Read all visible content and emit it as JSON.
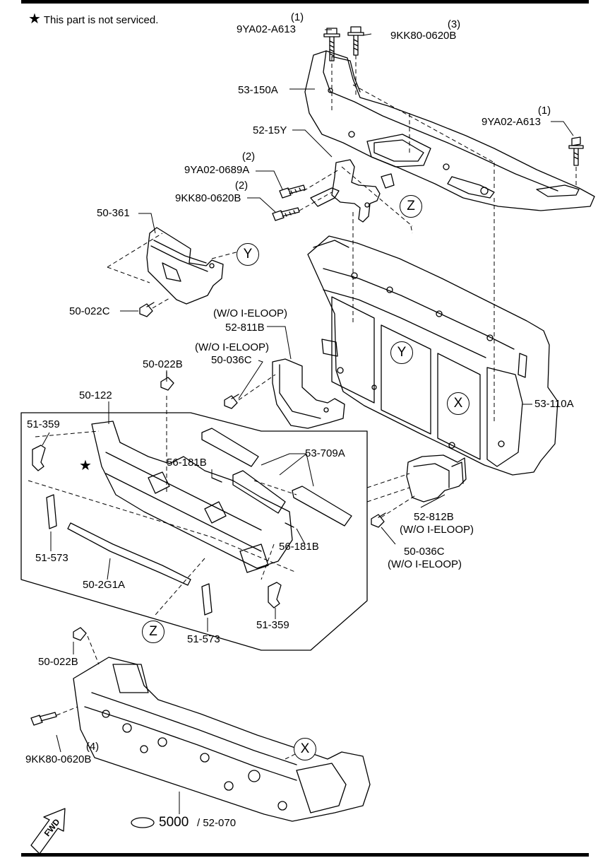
{
  "note": {
    "star": "★",
    "text": "This part is not serviced."
  },
  "bolts": {
    "b1_qty": "(1)",
    "b1_code": "9YA02-A613",
    "b3_qty": "(3)",
    "b3_code": "9KK80-0620B",
    "b1r_qty": "(1)",
    "b1r_code": "9YA02-A613",
    "b2a_qty": "(2)",
    "b2a_code": "9YA02-0689A",
    "b2b_qty": "(2)",
    "b2b_code": "9KK80-0620B",
    "b4_qty": "(4)",
    "b4_code": "9KK80-0620B"
  },
  "parts": {
    "p53_150A": "53-150A",
    "p52_15Y": "52-15Y",
    "p50_361": "50-361",
    "p50_022C": "50-022C",
    "p52_811B_cond": "(W/O I-ELOOP)",
    "p52_811B": "52-811B",
    "p50_036C_cond": "(W/O I-ELOOP)",
    "p50_036C": "50-036C",
    "p50_022B_top": "50-022B",
    "p50_122": "50-122",
    "p53_110A": "53-110A",
    "p51_359_left": "51-359",
    "p53_709A": "53-709A",
    "p56_181B_a": "56-181B",
    "p56_181B_b": "56-181B",
    "p51_573_left": "51-573",
    "p50_2G1A": "50-2G1A",
    "p52_812B": "52-812B",
    "p52_812B_cond": "(W/O I-ELOOP)",
    "p50_036C_r": "50-036C",
    "p50_036C_r_cond": "(W/O I-ELOOP)",
    "p51_573_mid": "51-573",
    "p51_359_right": "51-359",
    "p50_022B_bottom": "50-022B",
    "p5000": "5000",
    "p52_070": "/ 52-070"
  },
  "refs": {
    "z1": "Z",
    "y1": "Y",
    "y2": "Y",
    "x1": "X",
    "z2": "Z",
    "x2": "X"
  },
  "fwd_label": "FWD"
}
